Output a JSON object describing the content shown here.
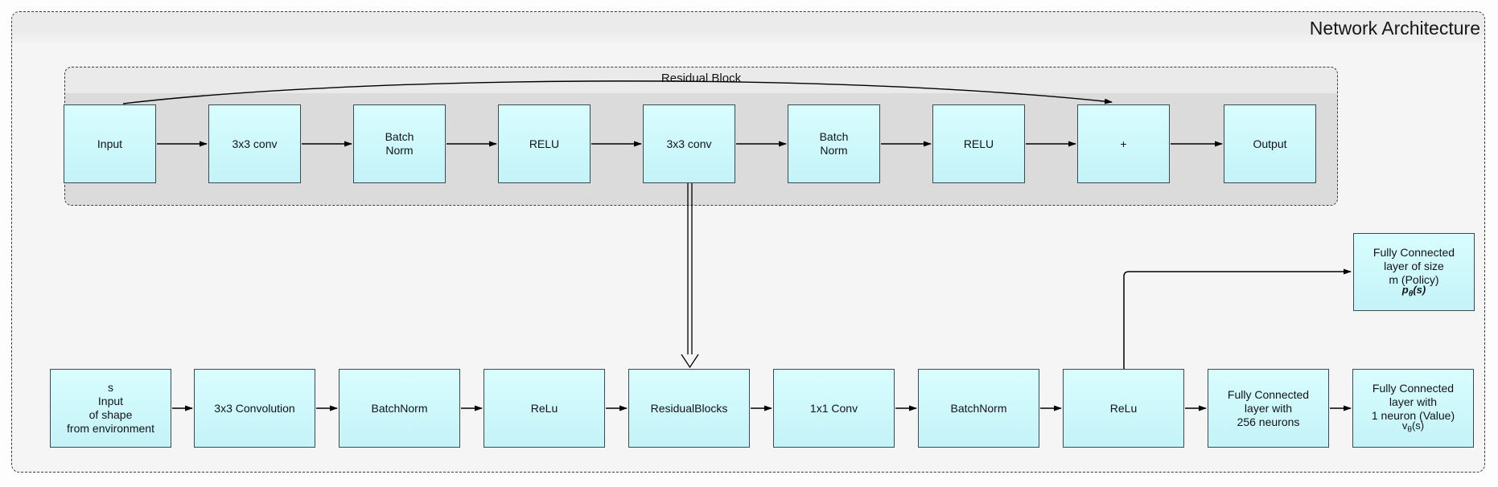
{
  "page": {
    "title": "Network Architecture"
  },
  "residual_block": {
    "title": "Residual Block",
    "nodes": [
      {
        "label": "Input"
      },
      {
        "label": "3x3 conv"
      },
      {
        "label": "Batch\nNorm"
      },
      {
        "label": "RELU"
      },
      {
        "label": "3x3 conv"
      },
      {
        "label": "Batch\nNorm"
      },
      {
        "label": "RELU"
      },
      {
        "label": "+"
      },
      {
        "label": "Output"
      }
    ]
  },
  "main_flow": {
    "nodes": [
      {
        "label": "s\nInput\nof shape\nfrom environment"
      },
      {
        "label": "3x3 Convolution"
      },
      {
        "label": "BatchNorm"
      },
      {
        "label": "ReLu"
      },
      {
        "label": "ResidualBlocks"
      },
      {
        "label": "1x1 Conv"
      },
      {
        "label": "BatchNorm"
      },
      {
        "label": "ReLu"
      },
      {
        "label": "Fully Connected\nlayer with\n256 neurons"
      },
      {
        "label": "Fully Connected\nlayer with\n1 neuron (Value)",
        "formula": {
          "base": "v",
          "sub": "θ",
          "args": "(s)"
        }
      }
    ]
  },
  "policy_head": {
    "label": "Fully Connected\nlayer of size\nm (Policy)",
    "formula": {
      "base": "p",
      "sub": "θ",
      "args": "(s)"
    }
  },
  "colors": {
    "node_fill_top": "#d9fdff",
    "node_fill_bottom": "#c4f3f8",
    "node_border": "#3a4a52",
    "outer_fill": "#f5f5f5",
    "outer_header": "#ebebeb",
    "residual_fill": "#eaeaea",
    "residual_inner": "#dbdbdb",
    "connector": "#000000"
  }
}
